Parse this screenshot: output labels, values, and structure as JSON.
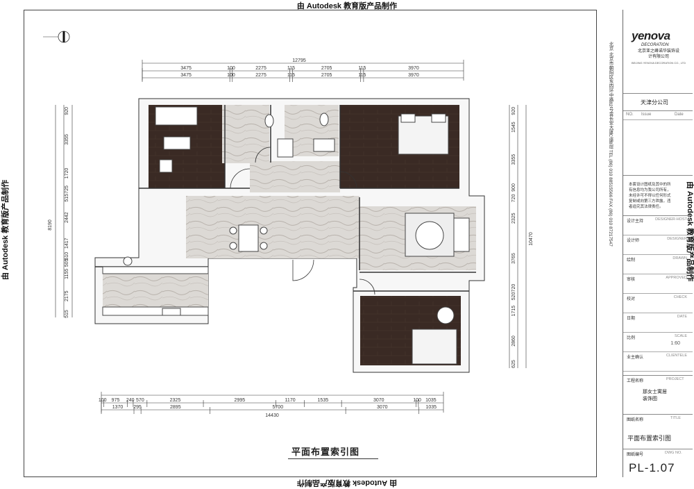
{
  "watermark": "由 Autodesk 教育版产品制作",
  "plan": {
    "title": "平面布置索引图",
    "dims_top_total": "12795",
    "dims_top_row1": [
      "3475",
      "100",
      "2275",
      "115",
      "2705",
      "115",
      "3970"
    ],
    "dims_top_row2": [
      "3475",
      "100",
      "2275",
      "115",
      "2705",
      "115",
      "3970"
    ],
    "dims_bottom_row1": [
      "100",
      "975",
      "240",
      "570",
      "2325",
      "2995",
      "1170",
      "1535",
      "3070",
      "100",
      "1035"
    ],
    "dims_bottom_row2": [
      "1370",
      "295",
      "2895",
      "5700",
      "3070",
      "1035"
    ],
    "dims_bottom_total": "14430",
    "dims_left_total": "8190",
    "dims_left_a": [
      "920",
      "3355",
      "1720",
      "725",
      "515",
      "2442",
      "1417",
      "510",
      "505",
      "1155",
      "2175",
      "515"
    ],
    "dims_right_total": "10470",
    "dims_right_a": [
      "920",
      "1545",
      "3355",
      "900",
      "720",
      "2325",
      "3765",
      "720",
      "520",
      "1715",
      "2860",
      "625"
    ]
  },
  "title_block": {
    "logo": "yenova",
    "logo_sub": "DECORATION",
    "company_cn": "北京亚之峰诺华装饰设计有限公司",
    "company_en": "BEIJING YENOVA DECORATION CO., LTD",
    "address_vertical": "北京 北京市朝阳区东四环中路82号金长安大厦C座8层  TEL (86) 010 88515566  FAX (86) 010 87217547",
    "branch": "天津分公司",
    "col_no": "NO.",
    "col_issue": "Issue",
    "col_date": "Date",
    "note": "本套设计图纸及其中的所有信息均为我公司所有，未经许可不得以任何形式复制或向第三方泄露，违者追究其法律责任。",
    "rows": [
      {
        "label": "设计主持",
        "sub": "DESIGNER-HOST",
        "value": ""
      },
      {
        "label": "设计师",
        "sub": "DESIGNER",
        "value": ""
      },
      {
        "label": "绘制",
        "sub": "DRAWN",
        "value": ""
      },
      {
        "label": "审核",
        "sub": "APPROVED",
        "value": ""
      },
      {
        "label": "校对",
        "sub": "CHECK",
        "value": ""
      },
      {
        "label": "日期",
        "sub": "DATE",
        "value": ""
      },
      {
        "label": "比例",
        "sub": "SCALE",
        "value": "1:60"
      },
      {
        "label": "业主确认",
        "sub": "CLIENTELE",
        "value": ""
      }
    ],
    "project_label": "工程名称",
    "project_sub": "PROJECT",
    "project_name": "那女士寓居装饰图",
    "drawing_label": "图纸名称",
    "drawing_sub": "TITLE",
    "drawing_name": "平面布置索引图",
    "number_label": "图纸编号",
    "number_sub": "DWG NO.",
    "drawing_number": "PL-1.07"
  },
  "colors": {
    "dark_floor": "#3a2a24",
    "marble": "#d9d6d2",
    "line": "#333333"
  }
}
